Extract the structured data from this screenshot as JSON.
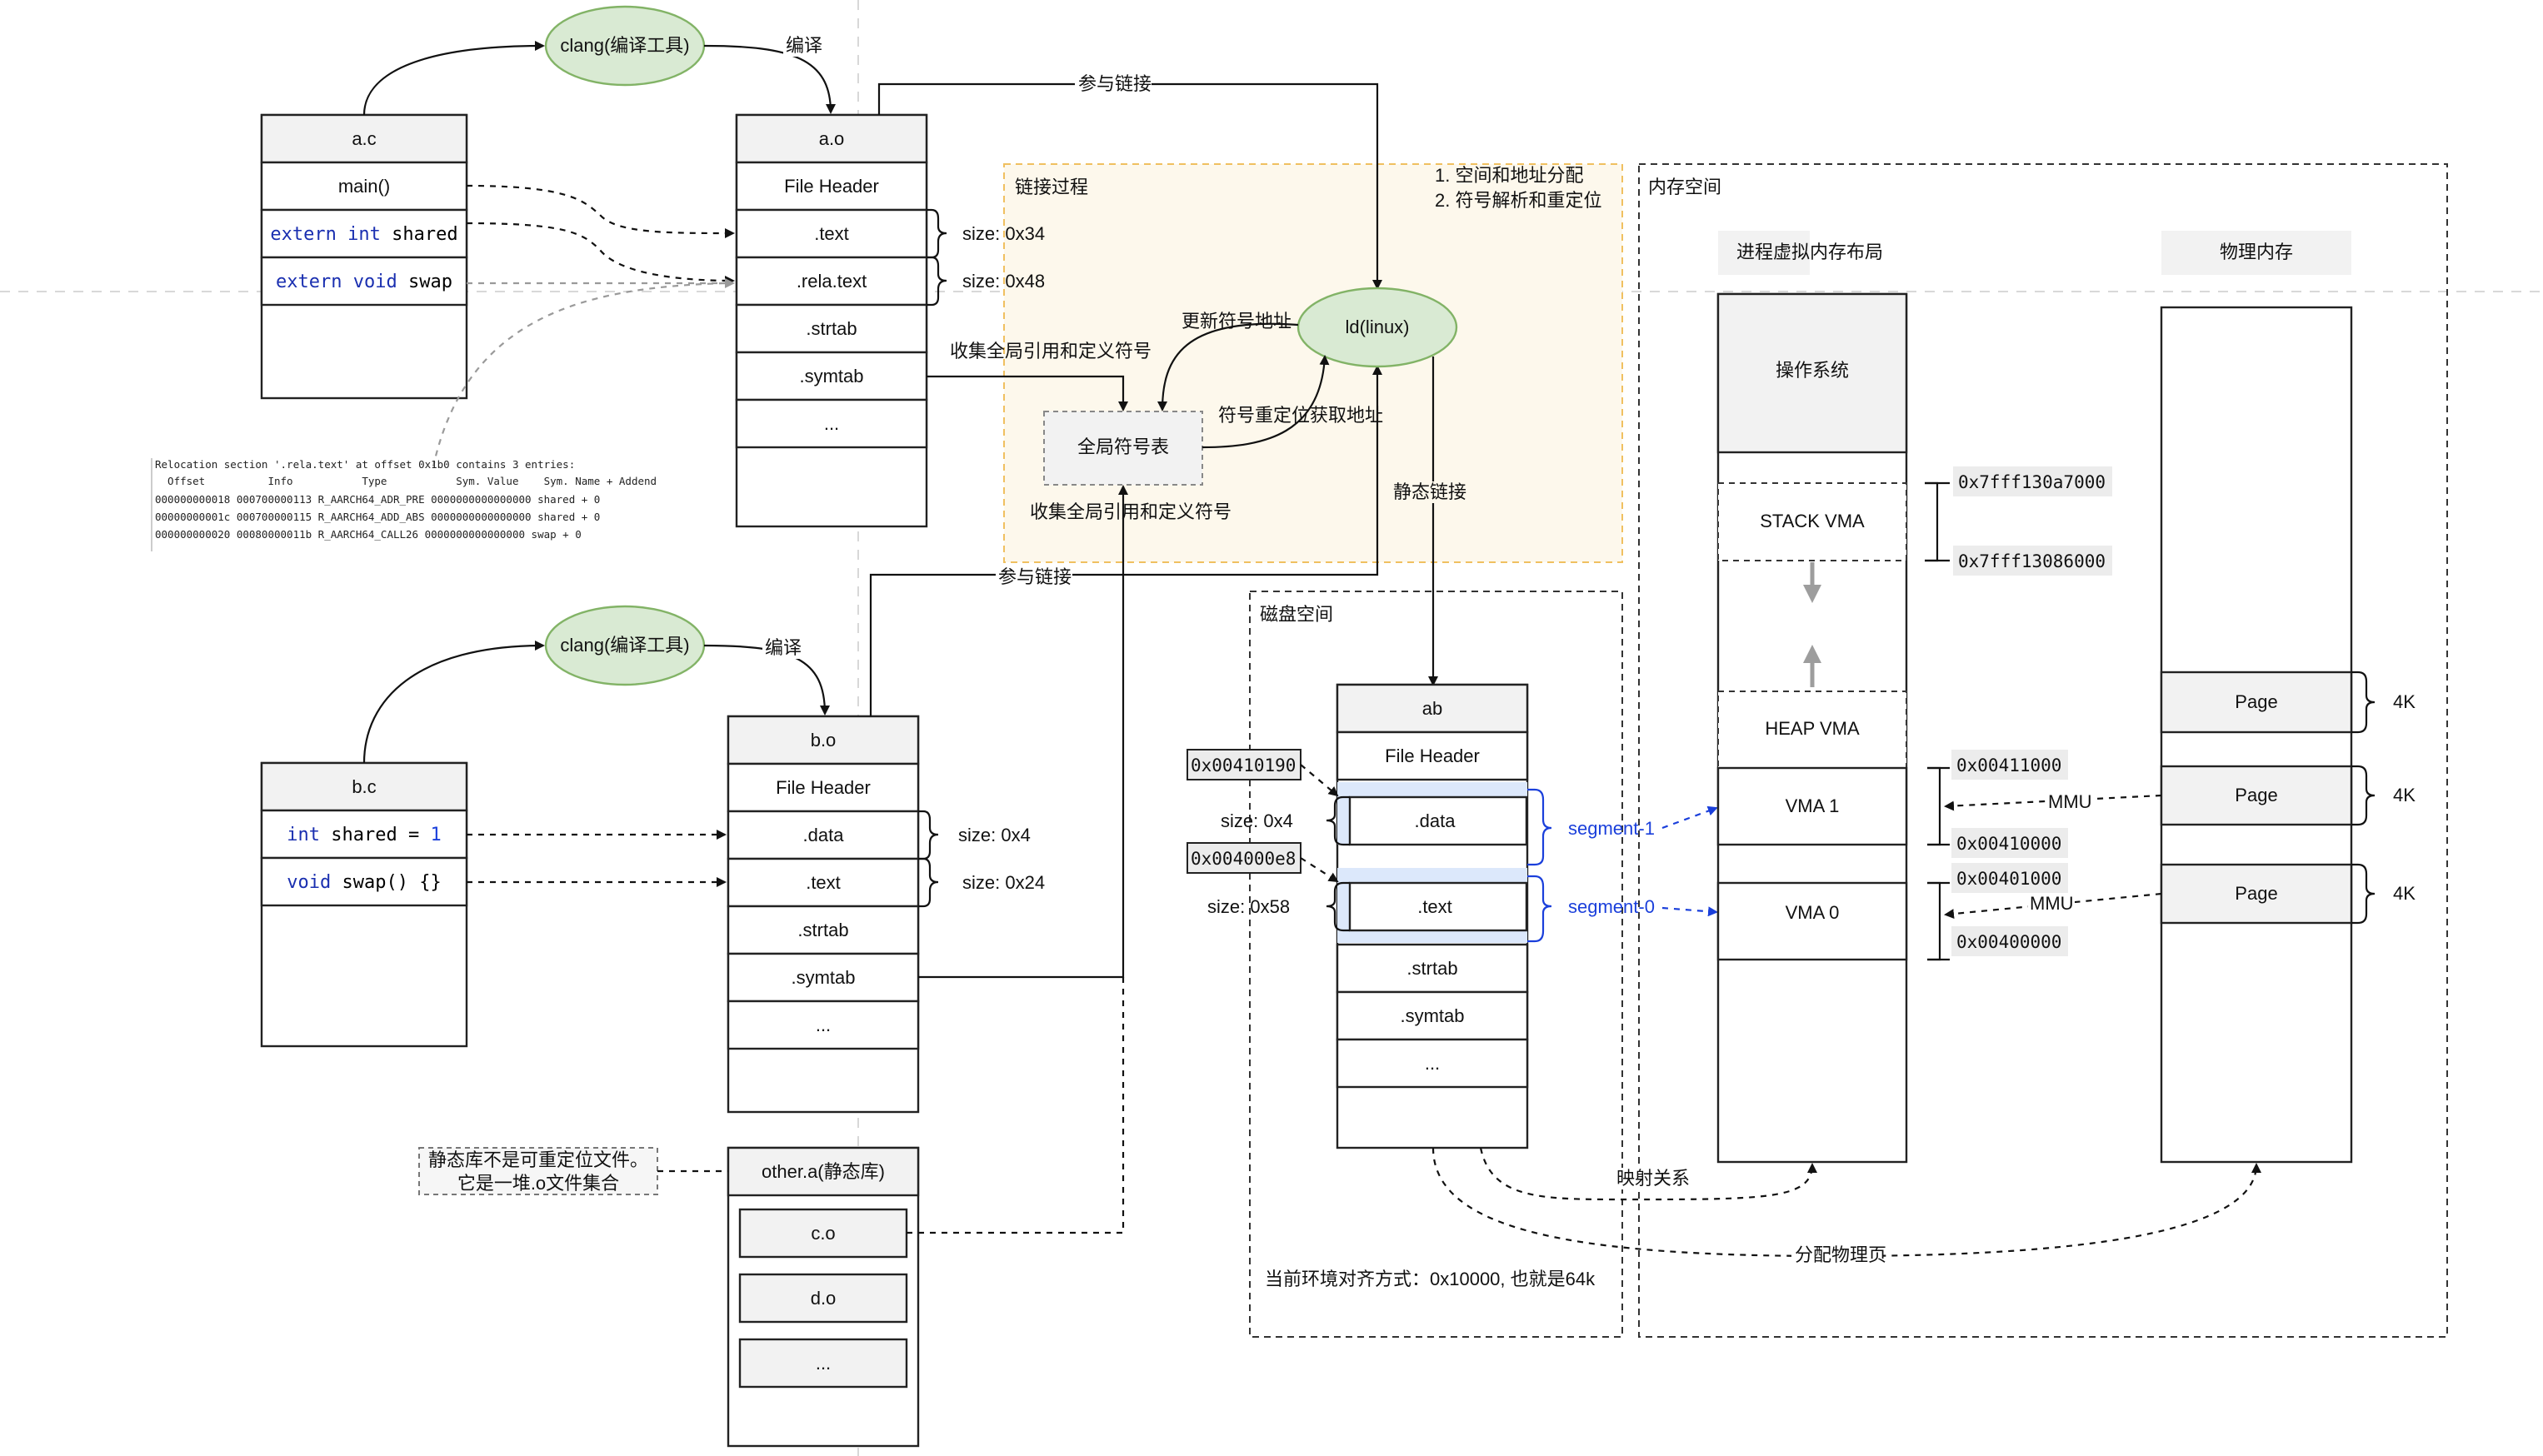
{
  "source_objects": {
    "a_c": {
      "title": "a.c",
      "rows": [
        "main()",
        "extern int shared",
        "extern void swap"
      ]
    },
    "b_c": {
      "title": "b.c",
      "rows": [
        "int shared = 1",
        "void swap() {}"
      ]
    }
  },
  "compiler": {
    "label": "clang(编译工具)",
    "edge_label": "编译"
  },
  "a_o": {
    "title": "a.o",
    "rows": [
      "File Header",
      ".text",
      ".rela.text",
      ".strtab",
      ".symtab",
      "..."
    ],
    "sizes": [
      "size: 0x34",
      "size: 0x48"
    ]
  },
  "b_o": {
    "title": "b.o",
    "rows": [
      "File Header",
      ".data",
      ".text",
      ".strtab",
      ".symtab",
      "..."
    ],
    "sizes": [
      "size: 0x4",
      "size: 0x24"
    ]
  },
  "other_a": {
    "title": "other.a(静态库)",
    "items": [
      "c.o",
      "d.o",
      "..."
    ],
    "note_line1": "静态库不是可重定位文件。",
    "note_line2": "它是一堆.o文件集合"
  },
  "relocation": {
    "header": "Relocation section '.rela.text' at offset 0x1b0 contains 3 entries:",
    "columns": "  Offset          Info           Type           Sym. Value    Sym. Name + Addend",
    "rows": [
      "000000000018  000700000113 R_AARCH64_ADR_PRE 0000000000000000 shared + 0",
      "00000000001c  000700000115 R_AARCH64_ADD_ABS 0000000000000000 shared + 0",
      "000000000020  00080000011b R_AARCH64_CALL26  0000000000000000 swap + 0"
    ]
  },
  "link_area": {
    "title": "链接过程",
    "steps": [
      "1. 空间和地址分配",
      "2. 符号解析和重定位"
    ],
    "linker": "ld(linux)",
    "symbol_table": "全局符号表",
    "labels": {
      "participate_top": "参与链接",
      "participate_mid": "参与链接",
      "collect_a": "收集全局引用和定义符号",
      "collect_b": "收集全局引用和定义符号",
      "update_addr": "更新符号地址",
      "reloc_addr": "符号重定位获取地址",
      "static_link": "静态链接"
    }
  },
  "disk": {
    "title": "磁盘空间",
    "ab_title": "ab",
    "rows": [
      "File Header",
      ".data",
      ".text",
      ".strtab",
      ".symtab",
      "..."
    ],
    "addresses": [
      "0x00410190",
      "0x004000e8"
    ],
    "sizes": [
      "size: 0x4",
      "size: 0x58"
    ],
    "segments": [
      "segment-1",
      "segment-0"
    ],
    "align_note": "当前环境对齐方式：0x10000, 也就是64k"
  },
  "memory": {
    "title": "内存空间",
    "virt_title": "进程虚拟内存布局",
    "phys_title": "物理内存",
    "virt_rows": [
      "操作系统",
      "STACK VMA",
      "HEAP VMA",
      "VMA 1",
      "VMA 0"
    ],
    "stack_addrs": [
      "0x7fff130a7000",
      "0x7fff13086000"
    ],
    "vma_addrs": [
      "0x00411000",
      "0x00410000",
      "0x00401000",
      "0x00400000"
    ],
    "pages": [
      "Page",
      "Page",
      "Page"
    ],
    "page_sizes": [
      "4K",
      "4K",
      "4K"
    ],
    "mmu_label": "MMU",
    "map_label": "映射关系",
    "alloc_label": "分配物理页"
  }
}
